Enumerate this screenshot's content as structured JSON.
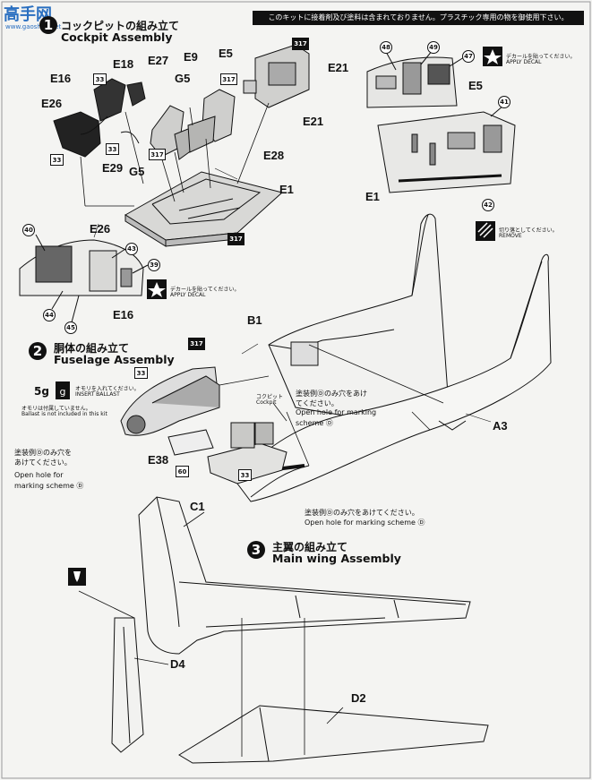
{
  "watermark": {
    "text": "高手网",
    "url": "www.gaoshou.net"
  },
  "top_notice": "このキットに接着剤及び塗料は含まれておりません。プラスチック専用の物を御使用下さい。",
  "step1": {
    "num": "1",
    "jp": "コックピットの組み立て",
    "en": "Cockpit Assembly"
  },
  "step2": {
    "num": "2",
    "jp": "胴体の組み立て",
    "en": "Fuselage Assembly"
  },
  "step3": {
    "num": "3",
    "jp": "主翼の組み立て",
    "en": "Main wing Assembly"
  },
  "parts": {
    "E16": "E16",
    "E18": "E18",
    "E27": "E27",
    "E9": "E9",
    "E5": "E5",
    "G5": "G5",
    "E26": "E26",
    "E29": "E29",
    "E28": "E28",
    "E1": "E1",
    "E21": "E21",
    "B1": "B1",
    "A3": "A3",
    "E38": "E38",
    "C1": "C1",
    "D4": "D4",
    "D2": "D2"
  },
  "codes": {
    "c33": "33",
    "c317": "317",
    "c60": "60"
  },
  "decals": {
    "d40": "40",
    "d43": "43",
    "d39": "39",
    "d44": "44",
    "d45": "45",
    "d48": "48",
    "d49": "49",
    "d47": "47",
    "d41": "41",
    "d42": "42"
  },
  "apply_decal": {
    "jp": "デカールを貼ってください。",
    "en": "APPLY DECAL"
  },
  "remove": {
    "jp": "切り落としてください。",
    "en": "REMOVE"
  },
  "ballast": {
    "weight": "5g",
    "jp": "オモリを入れてください。",
    "en": "INSERT BALLAST",
    "note_jp": "オモリは付属していません。",
    "note_en": "Ballast is not included in this kit"
  },
  "cockpit_label": {
    "jp": "コクピット",
    "en": "Cockpit"
  },
  "hole_note_1": {
    "jp1": "塗装例Ⓓのみ穴をあけ",
    "jp2": "てください。",
    "en1": "Open hole for marking",
    "en2": "scheme Ⓓ"
  },
  "hole_note_2": {
    "jp1": "塗装例Ⓓのみ穴を",
    "jp2": "あけてください。",
    "en1": "Open hole for",
    "en2": "marking scheme Ⓓ"
  },
  "hole_note_3": {
    "jp": "塗装例Ⓓのみ穴をあけてください。",
    "en": "Open hole for marking scheme Ⓓ"
  }
}
